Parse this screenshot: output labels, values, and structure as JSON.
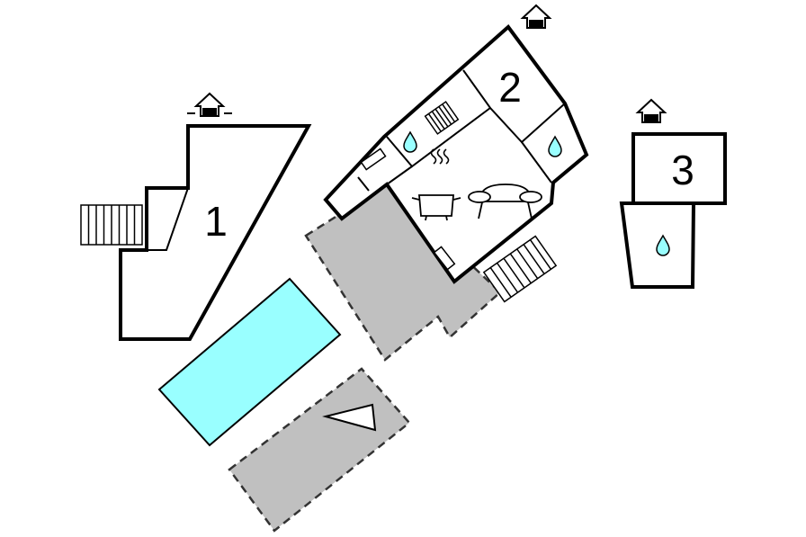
{
  "units": [
    {
      "id": "unit-1",
      "label": "1"
    },
    {
      "id": "unit-2",
      "label": "2"
    },
    {
      "id": "unit-3",
      "label": "3"
    }
  ],
  "icons": {
    "entrance": "house-entrance-icon",
    "bathroom": "water-drop-icon",
    "kitchen": "cooking-pot-icon",
    "living": "sofa-icon",
    "parking": "parking-triangle-icon"
  },
  "colors": {
    "pool": "#99ffff",
    "terrace": "#c0c0c0",
    "walls": "#000000"
  }
}
